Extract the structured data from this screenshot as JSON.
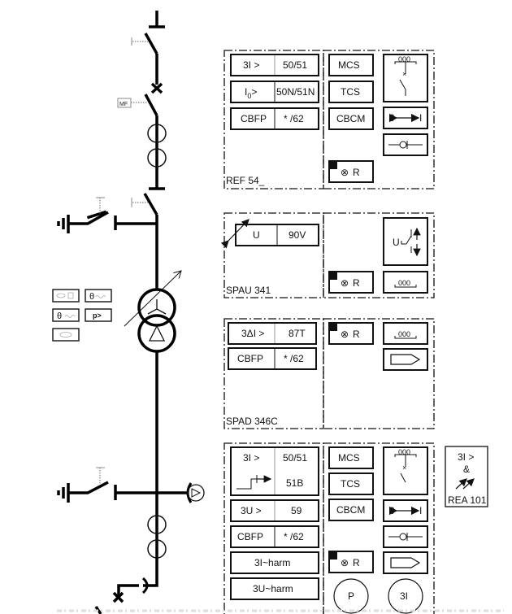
{
  "diagram": {
    "type": "single-line protection diagram",
    "feeder_labels": {
      "mf_tag": "MF"
    },
    "transformer_monitor_icons": [
      {
        "name": "oil-level-monitor",
        "label": ""
      },
      {
        "name": "winding-temp-monitor",
        "label": "θ"
      },
      {
        "name": "oil-temp-monitor",
        "label": "θ"
      },
      {
        "name": "pressure-relay",
        "label": "p>"
      },
      {
        "name": "buchholz-relay",
        "label": ""
      }
    ],
    "relays": [
      {
        "id": "ref54",
        "name": "REF 54_",
        "functions": [
          {
            "symbol": "3I >",
            "code": "50/51"
          },
          {
            "symbol": "I0>",
            "symbol_main": "I",
            "symbol_sub": "0",
            "symbol_suffix": ">",
            "code": "50N/51N"
          },
          {
            "symbol": "CBFP",
            "code": "* /62"
          }
        ],
        "supervision": [
          "MCS",
          "TCS",
          "CBCM"
        ],
        "indicator": {
          "symbol": "⊗",
          "label": "R"
        },
        "controls": {
          "counter": "000",
          "switch_position": "0 ↔ I"
        }
      },
      {
        "id": "spau341",
        "name": "SPAU 341",
        "functions": [
          {
            "symbol": "U",
            "code": "90V"
          }
        ],
        "indicator": {
          "symbol": "⊗",
          "label": "R"
        },
        "controls": {
          "counter": "000",
          "regulator_label": "U"
        }
      },
      {
        "id": "spad346c",
        "name": "SPAD 346C",
        "functions": [
          {
            "symbol": "3ΔI >",
            "code": "87T"
          },
          {
            "symbol": "CBFP",
            "code": "* /62"
          }
        ],
        "indicator": {
          "symbol": "⊗",
          "label": "R"
        },
        "controls": {
          "counter": "000"
        }
      },
      {
        "id": "bottom-feeder",
        "name": "",
        "functions": [
          {
            "symbol": "3I >",
            "code": "50/51",
            "code2": "51B"
          },
          {
            "symbol": "3U >",
            "code": "59"
          },
          {
            "symbol": "CBFP",
            "code": "* /62"
          },
          {
            "symbol": "3I~harm"
          },
          {
            "symbol": "3U~harm"
          }
        ],
        "supervision": [
          "MCS",
          "TCS",
          "CBCM"
        ],
        "indicator": {
          "symbol": "⊗",
          "label": "R"
        },
        "measurements": [
          "P",
          "3I"
        ],
        "controls": {
          "counter": "000",
          "switch_position": "0 ↔ I"
        }
      }
    ],
    "arc_protection": {
      "lines": [
        "3I >",
        "&"
      ],
      "name": "REA 101"
    }
  }
}
